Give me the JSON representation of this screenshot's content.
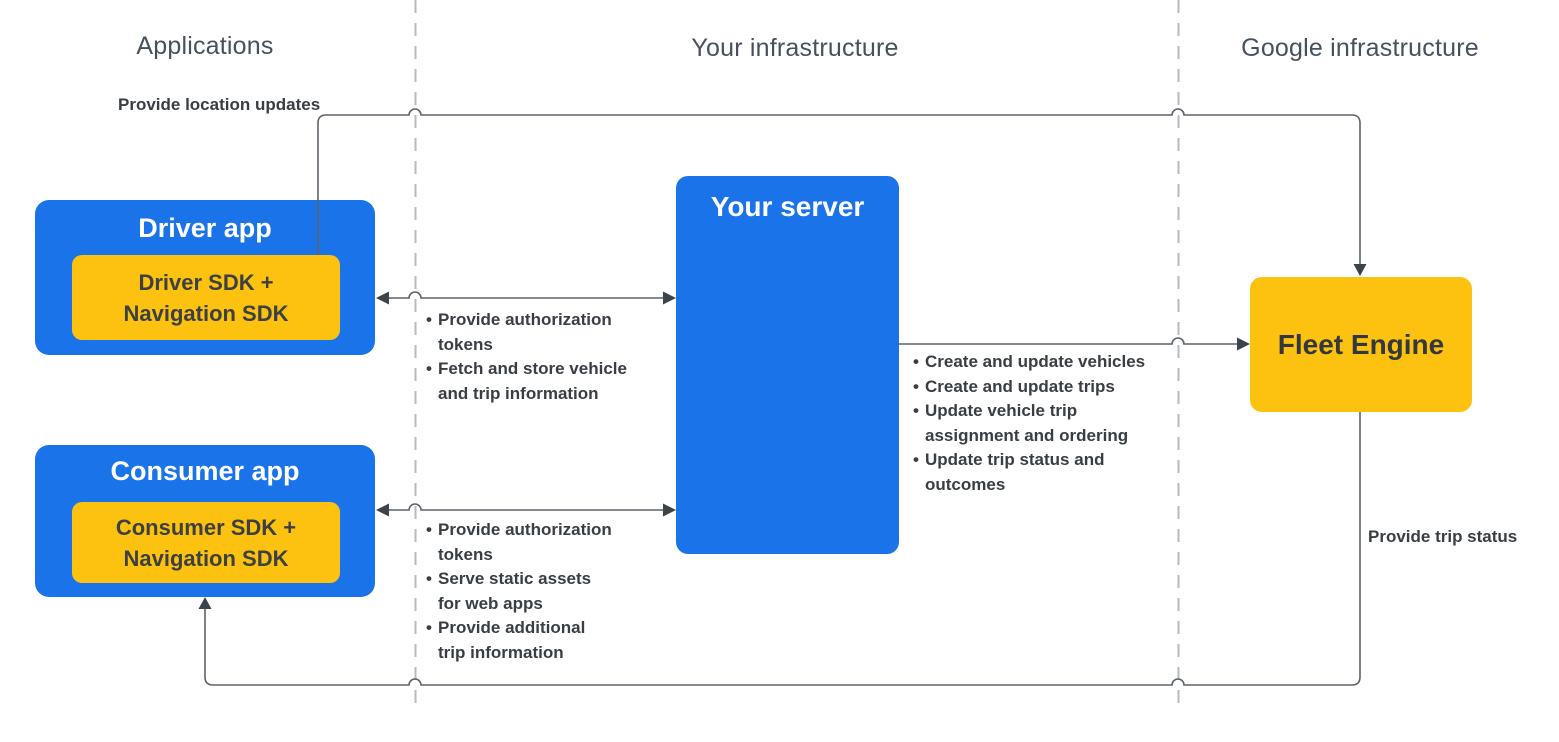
{
  "columns": {
    "applications": "Applications",
    "your_infrastructure": "Your infrastructure",
    "google_infrastructure": "Google infrastructure"
  },
  "nodes": {
    "driver_app": {
      "title": "Driver app",
      "sdk": "Driver SDK +\nNavigation SDK"
    },
    "consumer_app": {
      "title": "Consumer app",
      "sdk": "Consumer SDK +\nNavigation SDK"
    },
    "your_server": {
      "title": "Your server"
    },
    "fleet_engine": {
      "title": "Fleet Engine"
    }
  },
  "edge_labels": {
    "location_updates": "Provide location updates",
    "trip_status": "Provide trip status"
  },
  "lists": {
    "driver_to_server": {
      "items": [
        "Provide authorization\ntokens",
        "Fetch and store vehicle\nand trip information"
      ]
    },
    "consumer_to_server": {
      "items": [
        "Provide authorization\ntokens",
        "Serve static assets\nfor web apps",
        "Provide additional\ntrip information"
      ]
    },
    "server_to_fleet": {
      "items": [
        "Create and update vehicles",
        "Create and update trips",
        "Update vehicle trip\nassignment and ordering",
        "Update trip status and\noutcomes"
      ]
    }
  },
  "ui": {
    "bullet": "•"
  },
  "colors": {
    "node_blue": "#1a73e8",
    "node_yellow": "#fdc20f",
    "title_on_blue": "#ffffff",
    "dark_text": "#3c4043",
    "header_text": "#47505f",
    "connector": "#5d636b",
    "arrowhead": "#3d434b",
    "dashed_divider": "#b6bac1"
  }
}
